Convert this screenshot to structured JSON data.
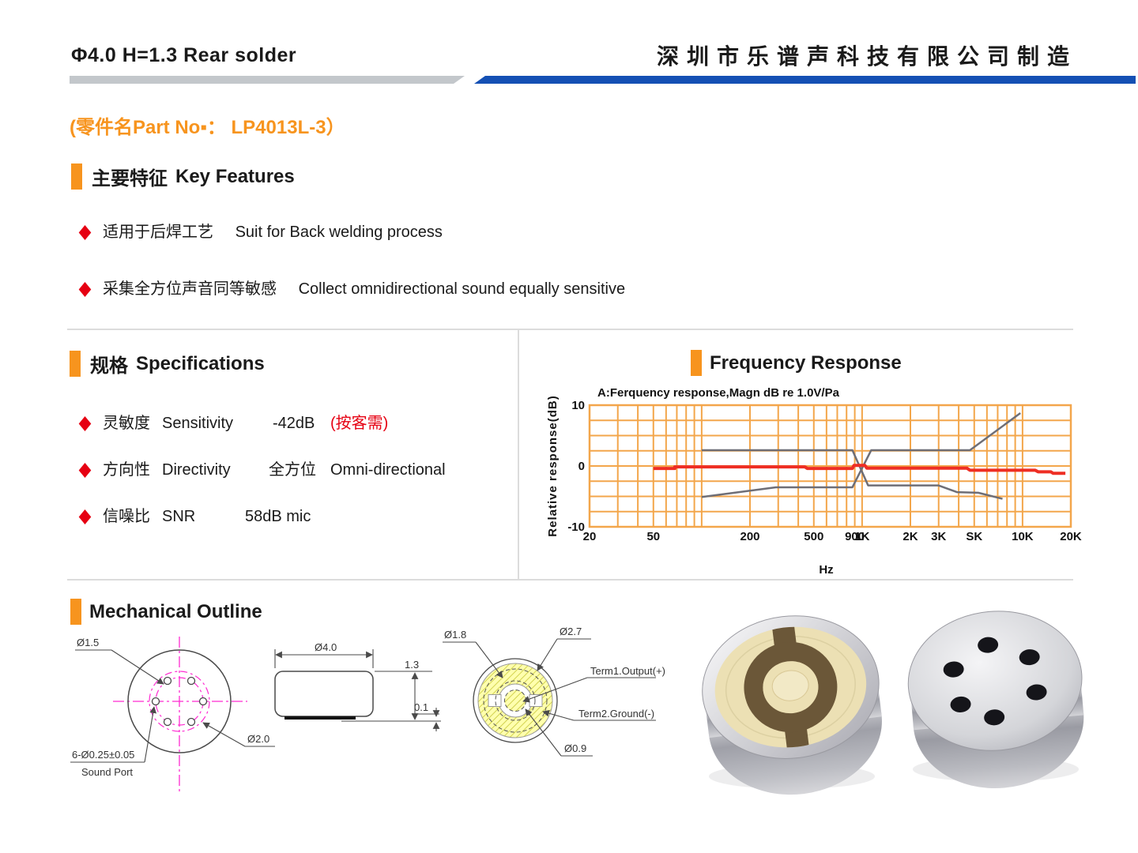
{
  "page": {
    "title_left": "Φ4.0  H=1.3  Rear solder",
    "company": "深圳市乐谱声科技有限公司制造",
    "part_no": "(零件名Part No▪：  LP4013L-3）"
  },
  "colors": {
    "accent_orange": "#f7941e",
    "accent_blue": "#1450b4",
    "accent_red": "#e60012",
    "grid_orange": "#f3a64b",
    "curve_red": "#ee2e24",
    "curve_gray": "#6e6e76",
    "centerline_magenta": "#ff2bd1",
    "pad_yellow": "#ffffae"
  },
  "key_features": {
    "heading_zh": "主要特征",
    "heading_en": "Key Features",
    "items": [
      {
        "zh": "适用于后焊工艺",
        "en": "Suit for Back welding process"
      },
      {
        "zh": "采集全方位声音同等敏感",
        "en": "Collect omnidirectional sound equally sensitive"
      }
    ]
  },
  "specifications": {
    "heading_zh": "规格",
    "heading_en": "Specifications",
    "items": [
      {
        "zh": "灵敏度",
        "en": "Sensitivity",
        "value": "-42dB",
        "note": "(按客需)"
      },
      {
        "zh": "方向性",
        "en": "Directivity",
        "value": "全方位",
        "value_en": "Omni-directional"
      },
      {
        "zh": "信噪比",
        "en": "SNR",
        "value": "58dB mic"
      }
    ]
  },
  "frequency_response": {
    "heading": "Frequency Response"
  },
  "chart_data": {
    "type": "line",
    "title": "A:Ferquency response,Magn dB re 1.0V/Pa",
    "xlabel": "Hz",
    "ylabel": "Relative  response(dB)",
    "x_scale": "log",
    "xlim": [
      20,
      20000
    ],
    "ylim": [
      -10,
      10
    ],
    "grid": true,
    "y_grid_step": 2.5,
    "legend": "none",
    "y_ticks": [
      {
        "value": 10,
        "label": "10"
      },
      {
        "value": 0,
        "label": "0"
      },
      {
        "value": -10,
        "label": "-10"
      }
    ],
    "x_ticks": [
      {
        "value": 20,
        "label": "20"
      },
      {
        "value": 50,
        "label": "50"
      },
      {
        "value": 200,
        "label": "200"
      },
      {
        "value": 500,
        "label": "500"
      },
      {
        "value": 900,
        "label": "900"
      },
      {
        "value": 1000,
        "label": "1K"
      },
      {
        "value": 2000,
        "label": "2K"
      },
      {
        "value": 3000,
        "label": "3K"
      },
      {
        "value": 5000,
        "label": "SK"
      },
      {
        "value": 10000,
        "label": "10K"
      },
      {
        "value": 20000,
        "label": "20K"
      }
    ],
    "series": [
      {
        "name": "tolerance-limit-a",
        "color": "#6e6e76",
        "width": 2.5,
        "points": [
          [
            100,
            2.6
          ],
          [
            870,
            2.6
          ],
          [
            1090,
            -3.2
          ],
          [
            3000,
            -3.2
          ],
          [
            3900,
            -4.3
          ],
          [
            5300,
            -4.4
          ],
          [
            7500,
            -5.4
          ]
        ]
      },
      {
        "name": "tolerance-limit-b",
        "color": "#6e6e76",
        "width": 2.5,
        "points": [
          [
            100,
            -5.1
          ],
          [
            290,
            -3.5
          ],
          [
            870,
            -3.5
          ],
          [
            1140,
            2.6
          ],
          [
            4700,
            2.6
          ],
          [
            9700,
            8.7
          ]
        ]
      },
      {
        "name": "typical-response",
        "color": "#ee2e24",
        "width": 4,
        "points": [
          [
            50,
            -0.4
          ],
          [
            68,
            -0.4
          ],
          [
            68,
            -0.15
          ],
          [
            440,
            -0.15
          ],
          [
            455,
            -0.4
          ],
          [
            870,
            -0.4
          ],
          [
            890,
            0.1
          ],
          [
            1040,
            0.1
          ],
          [
            1070,
            -0.35
          ],
          [
            4500,
            -0.35
          ],
          [
            4700,
            -0.7
          ],
          [
            12000,
            -0.7
          ],
          [
            12500,
            -0.95
          ],
          [
            15000,
            -0.95
          ],
          [
            15500,
            -1.2
          ],
          [
            18500,
            -1.2
          ]
        ]
      }
    ]
  },
  "mechanical_outline": {
    "heading": "Mechanical Outline",
    "front_view": {
      "dia_holes_circle": "Ø1.5",
      "dia_pad": "Ø2.0",
      "holes_spec": "6-Ø0.25±0.05",
      "holes_name": "Sound Port"
    },
    "side_view": {
      "dia_body": "Ø4.0",
      "height": "1.3",
      "standoff": "0.1"
    },
    "pad_view": {
      "dia_inner": "Ø1.8",
      "dia_outer": "Ø2.7",
      "term1": "Term1.Output(+)",
      "term2": "Term2.Ground(-)",
      "dia_center": "Ø0.9"
    }
  }
}
